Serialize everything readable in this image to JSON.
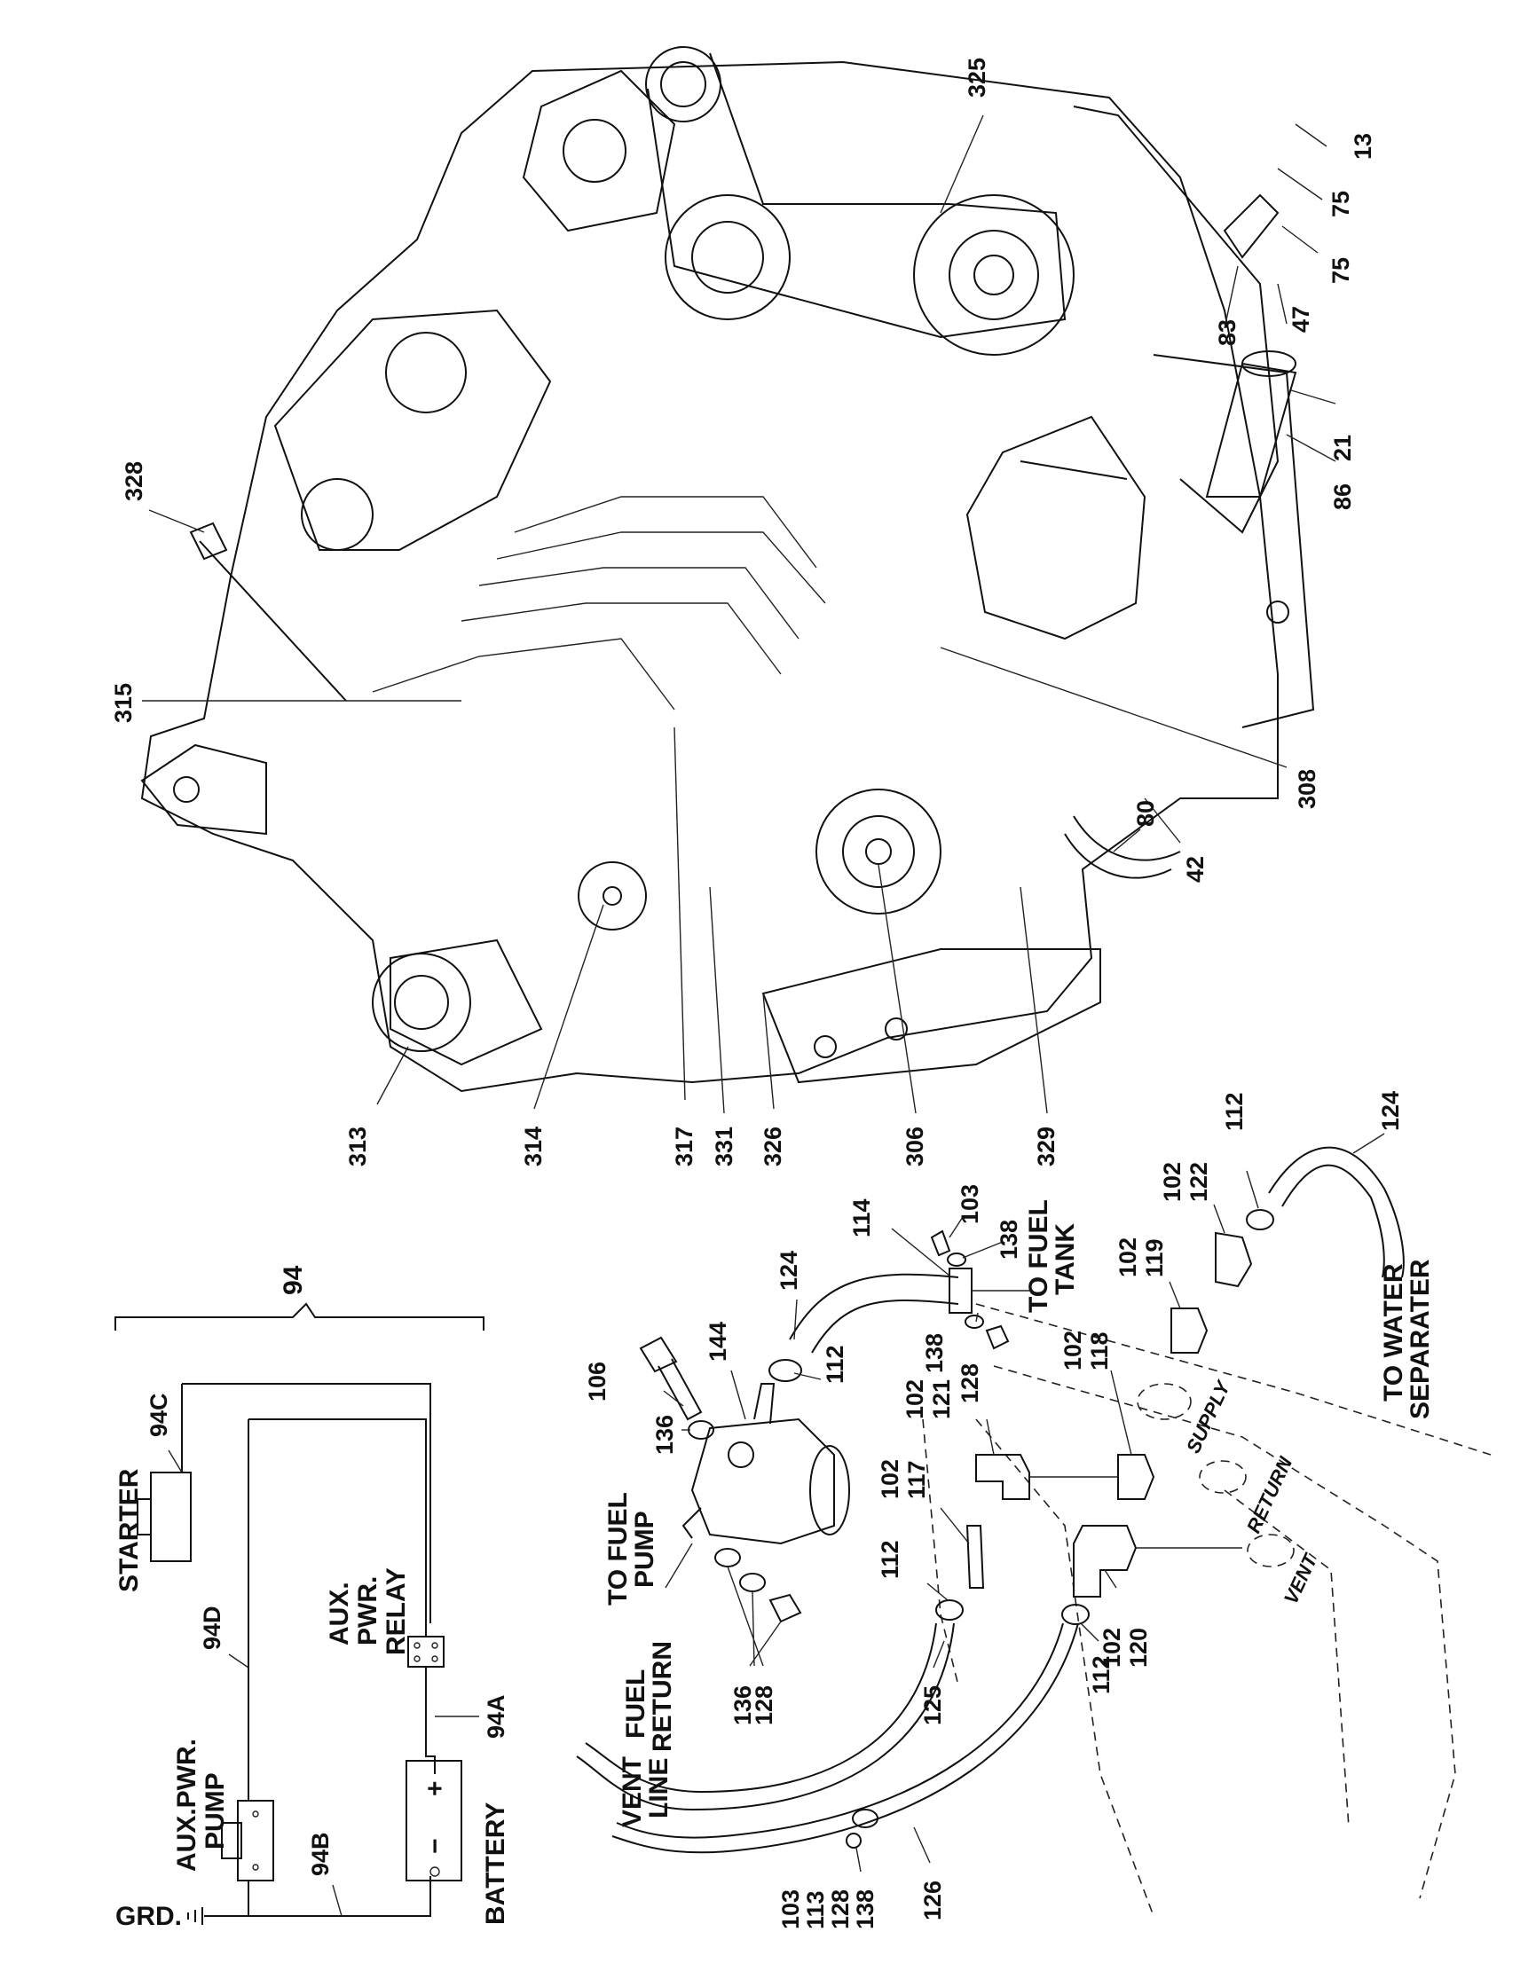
{
  "engine_callouts": [
    "325",
    "13",
    "75",
    "75",
    "47",
    "83",
    "21",
    "86",
    "328",
    "315",
    "308",
    "80",
    "42",
    "313",
    "314",
    "317",
    "331",
    "326",
    "306",
    "329"
  ],
  "fuel_callouts": {
    "c114": "114",
    "c103": "103",
    "c138a": "138",
    "c124a": "124",
    "c138b": "138",
    "c128a": "128",
    "c106": "106",
    "c144": "144",
    "c112a": "112",
    "c136a": "136",
    "c102_121": [
      "102",
      "121"
    ],
    "c102_117": [
      "102",
      "117"
    ],
    "c102_118": [
      "102",
      "118"
    ],
    "c102_119": [
      "102",
      "119"
    ],
    "c102_122": [
      "102",
      "122"
    ],
    "c112b": "112",
    "c124b": "124",
    "c136b": "136",
    "c128b": "128",
    "c112c": "112",
    "c125": "125",
    "c102_120": [
      "102",
      "120"
    ],
    "c112d": "112",
    "c126": "126",
    "c_stack": [
      "103",
      "113",
      "128",
      "138"
    ]
  },
  "fuel_text": {
    "to_fuel_tank": [
      "TO FUEL",
      "TANK"
    ],
    "to_fuel_pump": [
      "TO FUEL",
      "PUMP"
    ],
    "to_water_separater": [
      "TO WATER",
      "SEPARATER"
    ],
    "fuel_return": [
      "FUEL",
      "RETURN"
    ],
    "vent_line": [
      "VENT",
      "LINE"
    ],
    "supply": "SUPPLY",
    "return": "RETURN",
    "vent": "VENT"
  },
  "wiring": {
    "c94": "94",
    "c94c": "94C",
    "c94d": "94D",
    "c94b": "94B",
    "c94a": "94A",
    "starter": "STARTER",
    "aux_pwr_relay": [
      "AUX.",
      "PWR.",
      "RELAY"
    ],
    "aux_pwr_pump": [
      "AUX.PWR.",
      "PUMP"
    ],
    "battery": "BATTERY",
    "grd": "GRD.",
    "plus": "+",
    "minus": "−"
  }
}
